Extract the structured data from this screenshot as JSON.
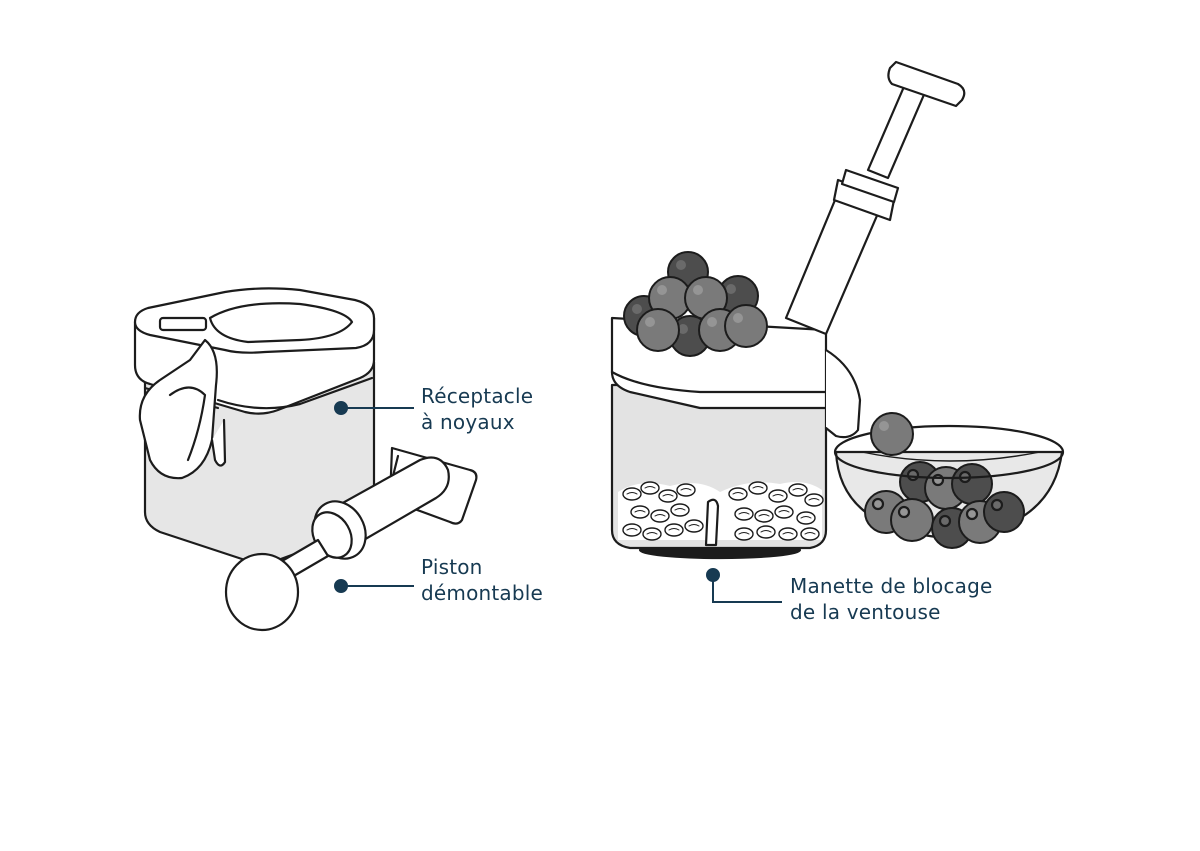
{
  "labels": {
    "receptacle": {
      "line1": "Réceptacle",
      "line2": "à noyaux"
    },
    "piston": {
      "line1": "Piston",
      "line2": "démontable"
    },
    "handle": {
      "line1": "Manette de blocage",
      "line2": "de la ventouse"
    }
  },
  "colors": {
    "outline": "#1c1c1c",
    "callout": "#173a52",
    "body_fill": "#e3e3e3",
    "cherry_dark": "#4a4a4a",
    "cherry_mid": "#6f6f6f",
    "cherry_light": "#8e8e8e"
  },
  "icons": [
    "cherry-pitter-illustration",
    "pitting-machine-illustration",
    "cherry-bowl-illustration",
    "removable-plunger-illustration"
  ]
}
